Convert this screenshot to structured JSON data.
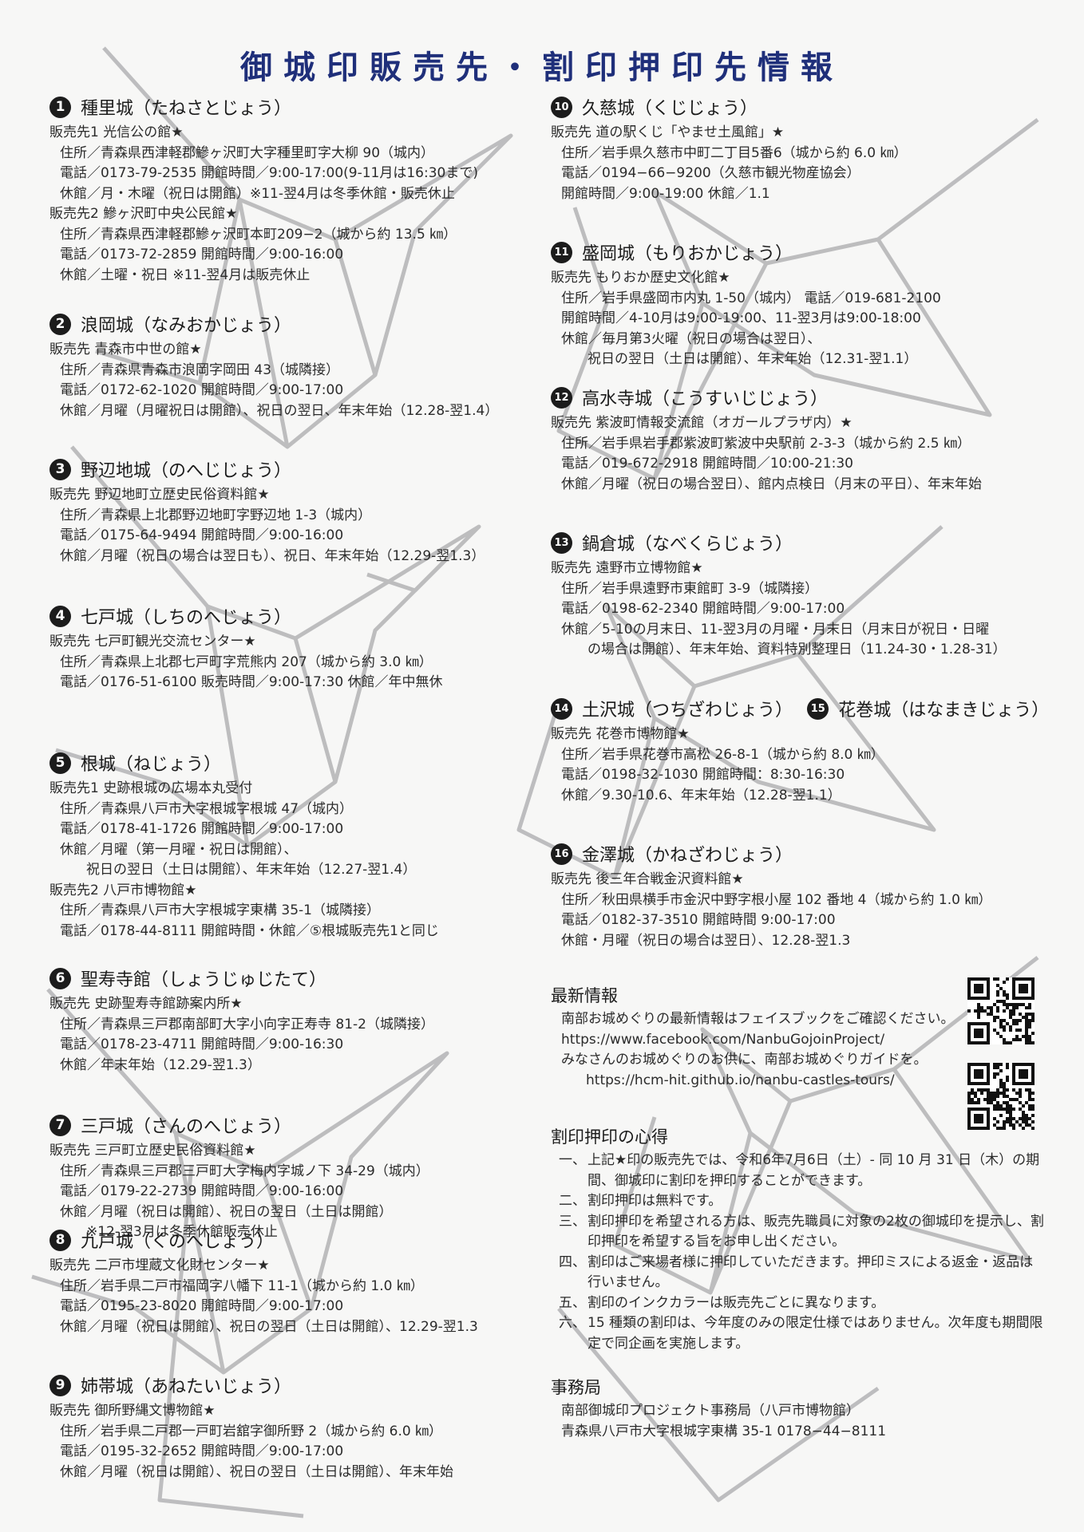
{
  "title": "御城印販売先・割印押印先情報",
  "castles_left": [
    {
      "num": "1",
      "name": "種里城（たねさとじょう）",
      "lines": [
        {
          "t": "販売先1 光信公の館★",
          "i": 0
        },
        {
          "t": "住所／青森県西津軽郡鰺ヶ沢町大字種里町字大柳 90（城内）",
          "i": 1
        },
        {
          "t": "電話／0173-79-2535 開館時間／9:00-17:00(9-11月は16:30まで)",
          "i": 1
        },
        {
          "t": "休館／月・木曜（祝日は開館）※11-翌4月は冬季休館・販売休止",
          "i": 1
        },
        {
          "t": "販売先2 鰺ヶ沢町中央公民館★",
          "i": 0
        },
        {
          "t": "住所／青森県西津軽郡鰺ヶ沢町本町209−2（城から約 13.5 ㎞）",
          "i": 1
        },
        {
          "t": "電話／0173-72-2859 開館時間／9:00-16:00",
          "i": 1
        },
        {
          "t": "休館／土曜・祝日 ※11-翌4月は販売休止",
          "i": 1
        }
      ]
    },
    {
      "num": "2",
      "name": "浪岡城（なみおかじょう）",
      "lines": [
        {
          "t": "販売先 青森市中世の館★",
          "i": 0
        },
        {
          "t": "住所／青森県青森市浪岡字岡田 43（城隣接）",
          "i": 1
        },
        {
          "t": "電話／0172-62-1020 開館時間／9:00-17:00",
          "i": 1
        },
        {
          "t": "休館／月曜（月曜祝日は開館）、祝日の翌日、年末年始（12.28-翌1.4）",
          "i": 1
        }
      ]
    },
    {
      "num": "3",
      "name": "野辺地城（のへじじょう）",
      "lines": [
        {
          "t": "販売先 野辺地町立歴史民俗資料館★",
          "i": 0
        },
        {
          "t": "住所／青森県上北郡野辺地町字野辺地 1-3（城内）",
          "i": 1
        },
        {
          "t": "電話／0175-64-9494 開館時間／9:00-16:00",
          "i": 1
        },
        {
          "t": "休館／月曜（祝日の場合は翌日も）、祝日、年末年始（12.29-翌1.3）",
          "i": 1
        }
      ]
    },
    {
      "num": "4",
      "name": "七戸城（しちのへじょう）",
      "lines": [
        {
          "t": "販売先 七戸町観光交流センター★",
          "i": 0
        },
        {
          "t": "住所／青森県上北郡七戸町字荒熊内 207（城から約 3.0 ㎞）",
          "i": 1
        },
        {
          "t": "電話／0176-51-6100 販売時間／9:00-17:30 休館／年中無休",
          "i": 1
        }
      ]
    },
    {
      "num": "5",
      "name": "根城（ねじょう）",
      "lines": [
        {
          "t": "販売先1 史跡根城の広場本丸受付",
          "i": 0
        },
        {
          "t": "住所／青森県八戸市大字根城字根城 47（城内）",
          "i": 1
        },
        {
          "t": "電話／0178-41-1726 開館時間／9:00-17:00",
          "i": 1
        },
        {
          "t": "休館／月曜（第一月曜・祝日は開館）、",
          "i": 1
        },
        {
          "t": "祝日の翌日（土日は開館）、年末年始（12.27-翌1.4）",
          "i": 2
        },
        {
          "t": "販売先2 八戸市博物館★",
          "i": 0
        },
        {
          "t": "住所／青森県八戸市大字根城字東構 35-1（城隣接）",
          "i": 1
        },
        {
          "t": "電話／0178-44-8111 開館時間・休館／⑤根城販売先1と同じ",
          "i": 1
        }
      ]
    },
    {
      "num": "6",
      "name": "聖寿寺館（しょうじゅじたて）",
      "lines": [
        {
          "t": "販売先 史跡聖寿寺館跡案内所★",
          "i": 0
        },
        {
          "t": "住所／青森県三戸郡南部町大字小向字正寿寺 81-2（城隣接）",
          "i": 1
        },
        {
          "t": "電話／0178-23-4711 開館時間／9:00-16:30",
          "i": 1
        },
        {
          "t": "休館／年末年始（12.29-翌1.3）",
          "i": 1
        }
      ]
    },
    {
      "num": "7",
      "name": "三戸城（さんのへじょう）",
      "lines": [
        {
          "t": "販売先 三戸町立歴史民俗資料館★",
          "i": 0
        },
        {
          "t": "住所／青森県三戸郡三戸町大字梅内字城ノ下 34-29（城内）",
          "i": 1
        },
        {
          "t": "電話／0179-22-2739 開館時間／9:00-16:00",
          "i": 1
        },
        {
          "t": "休館／月曜（祝日は開館）、祝日の翌日（土日は開館）",
          "i": 1
        },
        {
          "t": "※12-翌3月は冬季休館販売休止",
          "i": 2
        }
      ]
    },
    {
      "num": "8",
      "name": "九戸城（くのへじょう）",
      "lines": [
        {
          "t": "販売先 二戸市埋蔵文化財センター★",
          "i": 0
        },
        {
          "t": "住所／岩手県二戸市福岡字八幡下 11-1（城から約 1.0 ㎞）",
          "i": 1
        },
        {
          "t": "電話／0195-23-8020 開館時間／9:00-17:00",
          "i": 1
        },
        {
          "t": "休館／月曜（祝日は開館）、祝日の翌日（土日は開館）、12.29-翌1.3",
          "i": 1
        }
      ]
    },
    {
      "num": "9",
      "name": "姉帯城（あねたいじょう）",
      "lines": [
        {
          "t": "販売先 御所野縄文博物館★",
          "i": 0
        },
        {
          "t": "住所／岩手県二戸郡一戸町岩舘字御所野 2（城から約 6.0 ㎞）",
          "i": 1
        },
        {
          "t": "電話／0195-32-2652 開館時間／9:00-17:00",
          "i": 1
        },
        {
          "t": "休館／月曜（祝日は開館）、祝日の翌日（土日は開館）、年末年始",
          "i": 1
        }
      ]
    }
  ],
  "castles_right": [
    {
      "num": "10",
      "name": "久慈城（くじじょう）",
      "lines": [
        {
          "t": "販売先 道の駅くじ「やませ土風館」★",
          "i": 0
        },
        {
          "t": "住所／岩手県久慈市中町二丁目5番6（城から約 6.0 ㎞）",
          "i": 1
        },
        {
          "t": "電話／0194−66−9200（久慈市観光物産協会）",
          "i": 1
        },
        {
          "t": "開館時間／9:00-19:00 休館／1.1",
          "i": 1
        }
      ]
    },
    {
      "num": "11",
      "name": "盛岡城（もりおかじょう）",
      "lines": [
        {
          "t": "販売先 もりおか歴史文化館★",
          "i": 0
        },
        {
          "t": "住所／岩手県盛岡市内丸 1-50（城内） 電話／019-681-2100",
          "i": 1
        },
        {
          "t": "開館時間／4-10月は9:00-19:00、11-翌3月は9:00-18:00",
          "i": 1
        },
        {
          "t": "休館／毎月第3火曜（祝日の場合は翌日）、",
          "i": 1
        },
        {
          "t": "祝日の翌日（土日は開館）、年末年始（12.31-翌1.1）",
          "i": 2
        }
      ]
    },
    {
      "num": "12",
      "name": "高水寺城（こうすいじじょう）",
      "lines": [
        {
          "t": "販売先 紫波町情報交流館（オガールプラザ内）★",
          "i": 0
        },
        {
          "t": "住所／岩手県岩手郡紫波町紫波中央駅前 2-3-3（城から約 2.5 ㎞）",
          "i": 1
        },
        {
          "t": "電話／019-672-2918 開館時間／10:00-21:30",
          "i": 1
        },
        {
          "t": "休館／月曜（祝日の場合翌日）、館内点検日（月末の平日）、年末年始",
          "i": 1
        }
      ]
    },
    {
      "num": "13",
      "name": "鍋倉城（なべくらじょう）",
      "lines": [
        {
          "t": "販売先 遠野市立博物館★",
          "i": 0
        },
        {
          "t": "住所／岩手県遠野市東館町 3-9（城隣接）",
          "i": 1
        },
        {
          "t": "電話／0198-62-2340 開館時間／9:00-17:00",
          "i": 1
        },
        {
          "t": "休館／5-10の月末日、11-翌3月の月曜・月末日（月末日が祝日・日曜",
          "i": 1
        },
        {
          "t": "の場合は開館）、年末年始、資料特別整理日（11.24-30・1.28-31）",
          "i": 2
        }
      ]
    },
    {
      "num": "14",
      "name": "土沢城（つちざわじょう）",
      "num2": "15",
      "name2": "花巻城（はなまきじょう）",
      "lines": [
        {
          "t": "販売先 花巻市博物館★",
          "i": 0
        },
        {
          "t": "住所／岩手県花巻市高松 26-8-1（城から約 8.0 ㎞）",
          "i": 1
        },
        {
          "t": "電話／0198-32-1030 開館時間：8:30-16:30",
          "i": 1
        },
        {
          "t": "休館／9.30-10.6、年末年始（12.28-翌1.1）",
          "i": 1
        }
      ]
    },
    {
      "num": "16",
      "name": "金澤城（かねざわじょう）",
      "lines": [
        {
          "t": "販売先 後三年合戦金沢資料館★",
          "i": 0
        },
        {
          "t": "住所／秋田県横手市金沢中野字根小屋 102 番地 4（城から約 1.0 ㎞）",
          "i": 1
        },
        {
          "t": "電話／0182-37-3510 開館時間 9:00-17:00",
          "i": 1
        },
        {
          "t": "休館・月曜（祝日の場合は翌日）、12.28-翌1.3",
          "i": 1
        }
      ]
    }
  ],
  "news": {
    "title": "最新情報",
    "lines": [
      "南部お城めぐりの最新情報はフェイスブックをご確認ください。",
      "https://www.facebook.com/NanbuGojoinProject/",
      "みなさんのお城めぐりのお供に、南部お城めぐりガイドを。",
      "https://hcm-hit.github.io/nanbu-castles-tours/"
    ]
  },
  "rules": {
    "title": "割印押印の心得",
    "items": [
      {
        "n": "一、",
        "t": "上記★印の販売先では、令和6年7月6日（土）- 同 10 月 31 日（木）の期間、御城印に割印を押印することができます。"
      },
      {
        "n": "二、",
        "t": "割印押印は無料です。"
      },
      {
        "n": "三、",
        "t": "割印押印を希望される方は、販売先職員に対象の2枚の御城印を提示し、割印押印を希望する旨をお申し出ください。"
      },
      {
        "n": "四、",
        "t": "割印はご来場者様に押印していただきます。押印ミスによる返金・返品は行いません。"
      },
      {
        "n": "五、",
        "t": "割印のインクカラーは販売先ごとに異なります。"
      },
      {
        "n": "六、",
        "t": "15 種類の割印は、今年度のみの限定仕様ではありません。次年度も期間限定で同企画を実施します。"
      }
    ]
  },
  "office": {
    "title": "事務局",
    "lines": [
      "南部御城印プロジェクト事務局（八戸市博物館）",
      "青森県八戸市大字根城字東構 35-1 0178−44−8111"
    ]
  },
  "colors": {
    "title": "#1f2f7a",
    "badge": "#1c1c1c",
    "crane": "#8e8e92"
  },
  "icons": {
    "qr1": "qr-code-icon",
    "qr2": "qr-code-icon"
  }
}
